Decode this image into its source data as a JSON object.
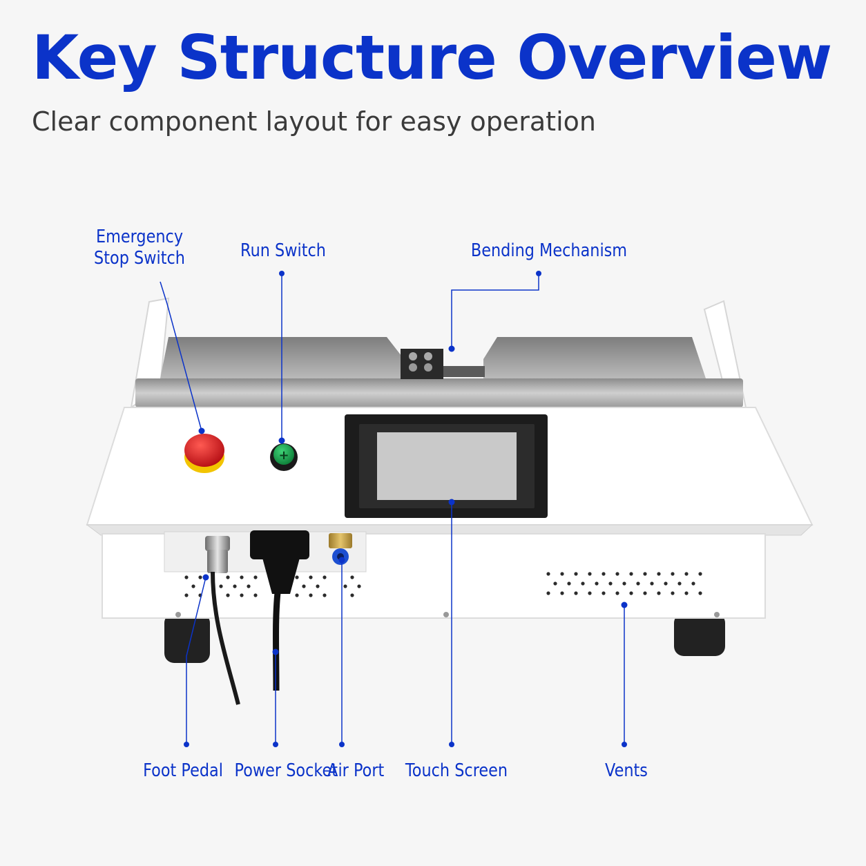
{
  "header": {
    "title": "Key Structure Overview",
    "subtitle": "Clear component layout for easy operation"
  },
  "callouts": {
    "emergency_stop_line1": "Emergency",
    "emergency_stop_line2": "Stop Switch",
    "run_switch": "Run Switch",
    "bending_mechanism": "Bending Mechanism",
    "foot_pedal": "Foot Pedal",
    "power_socket": "Power Socket",
    "air_port": "Air Port",
    "touch_screen": "Touch Screen",
    "vents": "Vents"
  },
  "colors": {
    "accent": "#0b33c9",
    "machine_body": "#ffffff",
    "stop_button": "#d4161c",
    "stop_ring": "#f2c400",
    "run_button": "#15a84a",
    "screen_bezel": "#1c1c1c",
    "screen": "#c9c9c9"
  },
  "icons": {
    "run_switch_symbol": "+"
  }
}
